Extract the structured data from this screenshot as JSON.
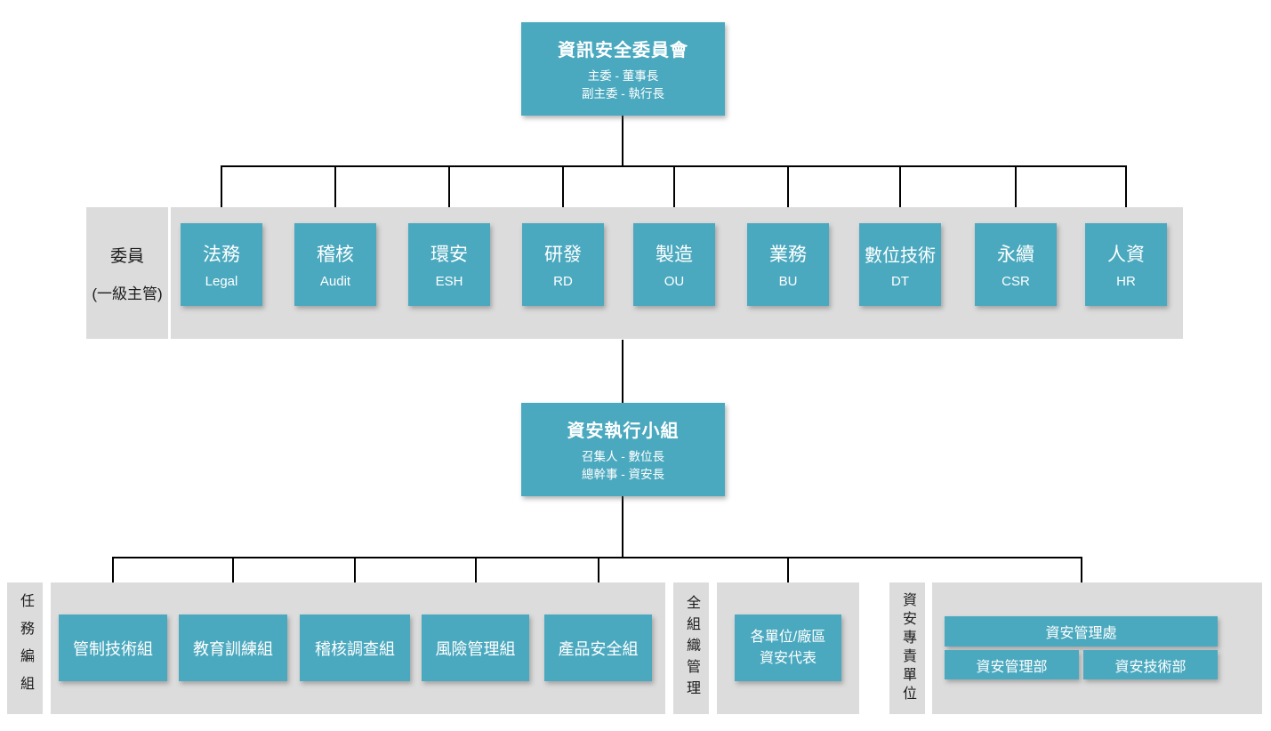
{
  "colors": {
    "box_teal": "#4BA9BF",
    "band_gray": "#DCDCDC",
    "connector_black": "#000000"
  },
  "top_box": {
    "title": "資訊安全委員會",
    "subtitle_line1": "主委 - 董事長",
    "subtitle_line2": "副主委 - 執行長"
  },
  "committee_band": {
    "label_line1": "委員",
    "label_line2": "(一級主管)",
    "members": [
      {
        "zh": "法務",
        "en": "Legal"
      },
      {
        "zh": "稽核",
        "en": "Audit"
      },
      {
        "zh": "環安",
        "en": "ESH"
      },
      {
        "zh": "研發",
        "en": "RD"
      },
      {
        "zh": "製造",
        "en": "OU"
      },
      {
        "zh": "業務",
        "en": "BU"
      },
      {
        "zh": "數位技術",
        "en": "DT"
      },
      {
        "zh": "永續",
        "en": "CSR"
      },
      {
        "zh": "人資",
        "en": "HR"
      }
    ]
  },
  "executive_box": {
    "title": "資安執行小組",
    "subtitle_line1": "召集人 - 數位長",
    "subtitle_line2": "總幹事 - 資安長"
  },
  "task_section": {
    "label": "任務編組",
    "groups": [
      "管制技術組",
      "教育訓練組",
      "稽核調查組",
      "風險管理組",
      "產品安全組"
    ]
  },
  "orgwide_section": {
    "label": "全組織管理",
    "box_line1": "各單位/廠區",
    "box_line2": "資安代表"
  },
  "dedicated_section": {
    "label": "資安專責單位",
    "division": "資安管理處",
    "departments": [
      "資安管理部",
      "資安技術部"
    ]
  }
}
